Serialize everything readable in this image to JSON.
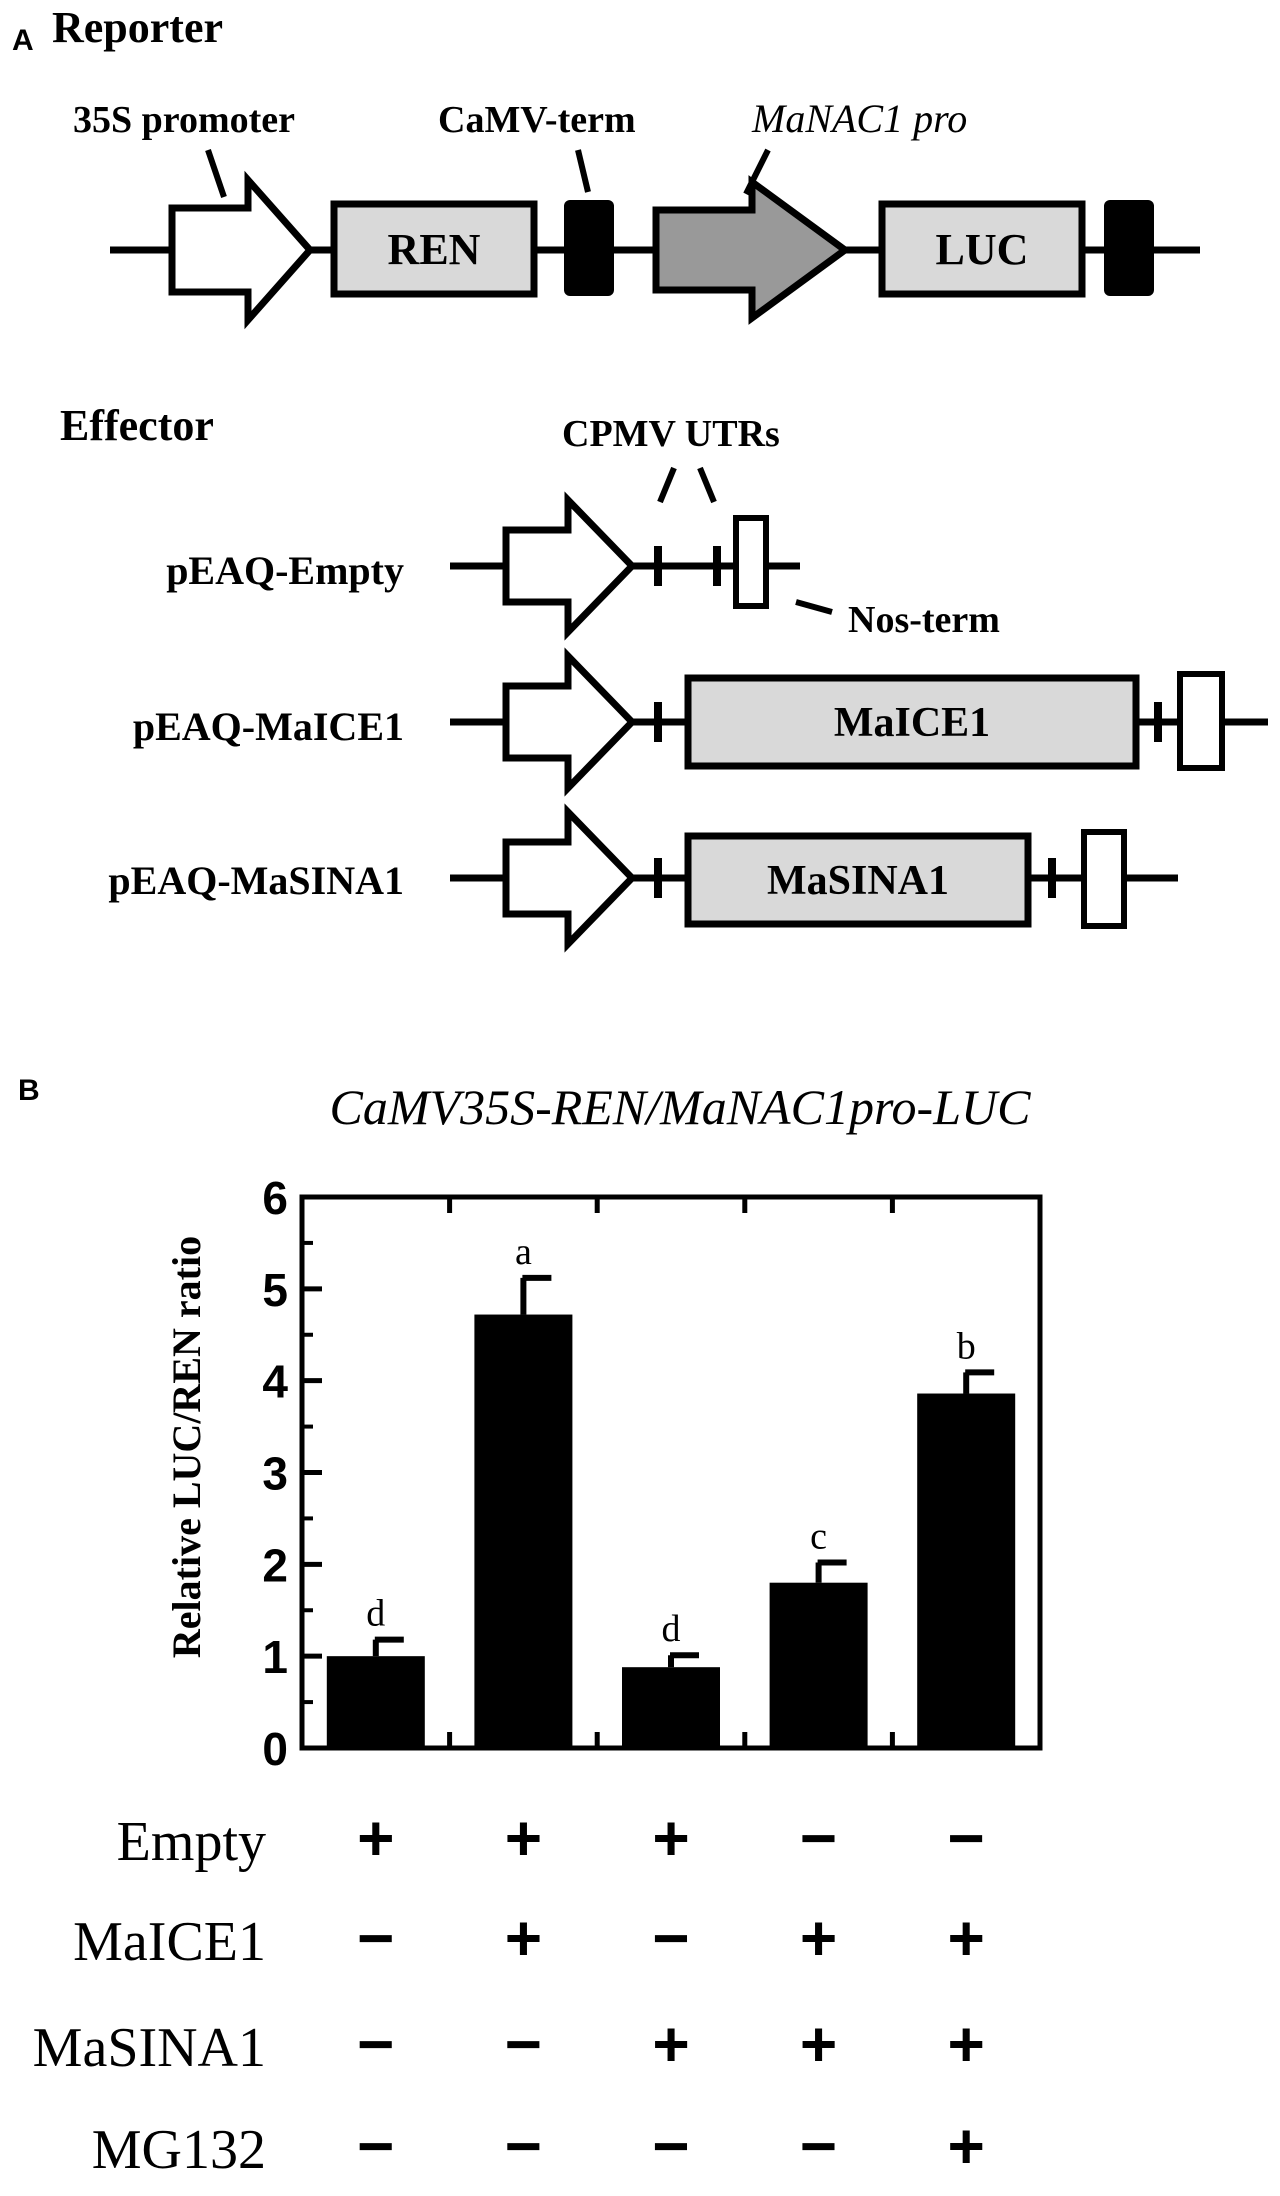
{
  "panel_a": {
    "letter": "A",
    "reporter": {
      "title": "Reporter",
      "labels": {
        "promoter": "35S promoter",
        "term": "CaMV-term",
        "pro": "MaNAC1 pro"
      },
      "boxes": {
        "ren": "REN",
        "luc": "LUC"
      }
    },
    "effector": {
      "title": "Effector",
      "utrs": "CPMV UTRs",
      "nos": "Nos-term",
      "constructs": [
        {
          "name": "pEAQ-Empty",
          "gene": ""
        },
        {
          "name": "pEAQ-MaICE1",
          "gene": "MaICE1"
        },
        {
          "name": "pEAQ-MaSINA1",
          "gene": "MaSINA1"
        }
      ]
    }
  },
  "panel_b": {
    "letter": "B",
    "treatments": [
      {
        "name": "Empty",
        "signs": [
          "+",
          "+",
          "+",
          "−",
          "−"
        ]
      },
      {
        "name": "MaICE1",
        "signs": [
          "−",
          "+",
          "−",
          "+",
          "+"
        ]
      },
      {
        "name": "MaSINA1",
        "signs": [
          "−",
          "−",
          "+",
          "+",
          "+"
        ]
      },
      {
        "name": "MG132",
        "signs": [
          "−",
          "−",
          "−",
          "−",
          "+"
        ]
      }
    ]
  },
  "chart_data": {
    "type": "bar",
    "title": "CaMV35S-REN/MaNAC1pro-LUC",
    "xlabel": "",
    "ylabel": "Relative LUC/REN ratio",
    "ylim": [
      0,
      6
    ],
    "yticks": [
      0,
      1,
      2,
      3,
      4,
      5,
      6
    ],
    "grid": false,
    "values": [
      1.0,
      4.72,
      0.88,
      1.8,
      3.86
    ],
    "errors": [
      0.18,
      0.4,
      0.13,
      0.22,
      0.23
    ],
    "significance": [
      "d",
      "a",
      "d",
      "c",
      "b"
    ],
    "bar_color": "#000000"
  }
}
